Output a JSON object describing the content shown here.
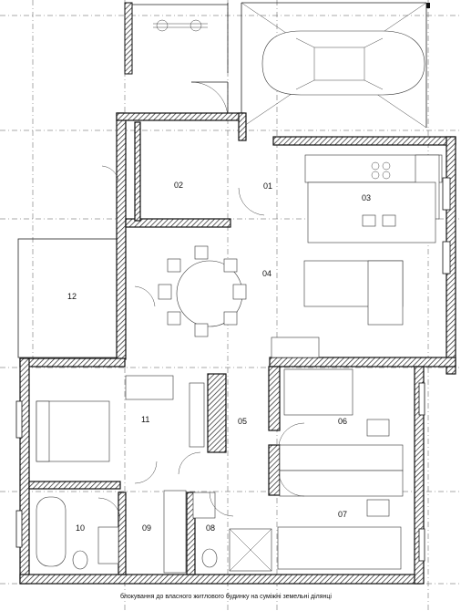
{
  "rooms": [
    {
      "id": "01",
      "label": "01"
    },
    {
      "id": "02",
      "label": "02"
    },
    {
      "id": "03",
      "label": "03"
    },
    {
      "id": "04",
      "label": "04"
    },
    {
      "id": "05",
      "label": "05"
    },
    {
      "id": "06",
      "label": "06"
    },
    {
      "id": "07",
      "label": "07"
    },
    {
      "id": "08",
      "label": "08"
    },
    {
      "id": "09",
      "label": "09"
    },
    {
      "id": "10",
      "label": "10"
    },
    {
      "id": "11",
      "label": "11"
    },
    {
      "id": "12",
      "label": "12"
    }
  ],
  "footer_note": "блокування до власного житлового будинку на суміжні земельні ділянці"
}
